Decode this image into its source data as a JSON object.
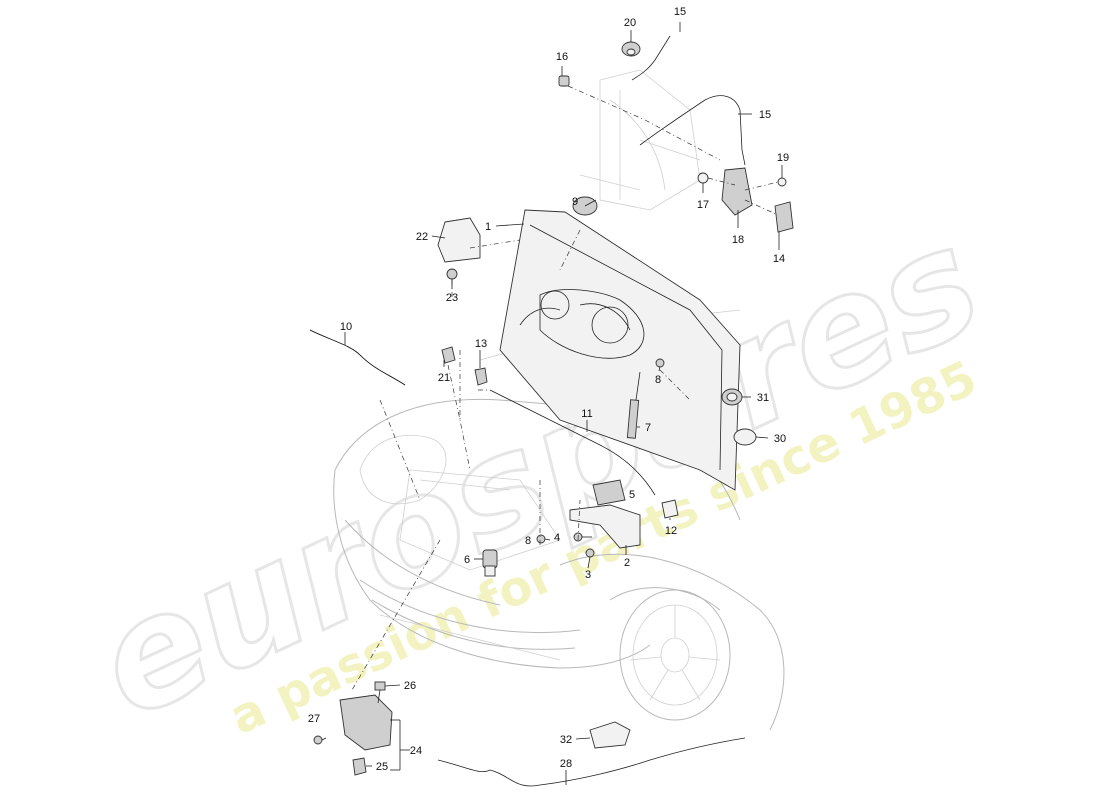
{
  "watermark": {
    "brand": "eurospares",
    "tagline": "a passion for parts since 1985"
  },
  "callouts": [
    {
      "id": "1",
      "label": "1"
    },
    {
      "id": "2",
      "label": "2"
    },
    {
      "id": "3",
      "label": "3"
    },
    {
      "id": "4",
      "label": "4"
    },
    {
      "id": "5",
      "label": "5"
    },
    {
      "id": "6",
      "label": "6"
    },
    {
      "id": "7",
      "label": "7"
    },
    {
      "id": "8a",
      "label": "8"
    },
    {
      "id": "8b",
      "label": "8"
    },
    {
      "id": "9",
      "label": "9"
    },
    {
      "id": "10",
      "label": "10"
    },
    {
      "id": "11",
      "label": "11"
    },
    {
      "id": "12",
      "label": "12"
    },
    {
      "id": "13",
      "label": "13"
    },
    {
      "id": "14",
      "label": "14"
    },
    {
      "id": "15a",
      "label": "15"
    },
    {
      "id": "15b",
      "label": "15"
    },
    {
      "id": "16",
      "label": "16"
    },
    {
      "id": "17",
      "label": "17"
    },
    {
      "id": "18",
      "label": "18"
    },
    {
      "id": "19",
      "label": "19"
    },
    {
      "id": "20",
      "label": "20"
    },
    {
      "id": "21",
      "label": "21"
    },
    {
      "id": "22",
      "label": "22"
    },
    {
      "id": "23",
      "label": "23"
    },
    {
      "id": "24",
      "label": "24"
    },
    {
      "id": "25",
      "label": "25"
    },
    {
      "id": "26",
      "label": "26"
    },
    {
      "id": "27",
      "label": "27"
    },
    {
      "id": "28",
      "label": "28"
    },
    {
      "id": "30",
      "label": "30"
    },
    {
      "id": "31",
      "label": "31"
    },
    {
      "id": "32",
      "label": "32"
    }
  ]
}
